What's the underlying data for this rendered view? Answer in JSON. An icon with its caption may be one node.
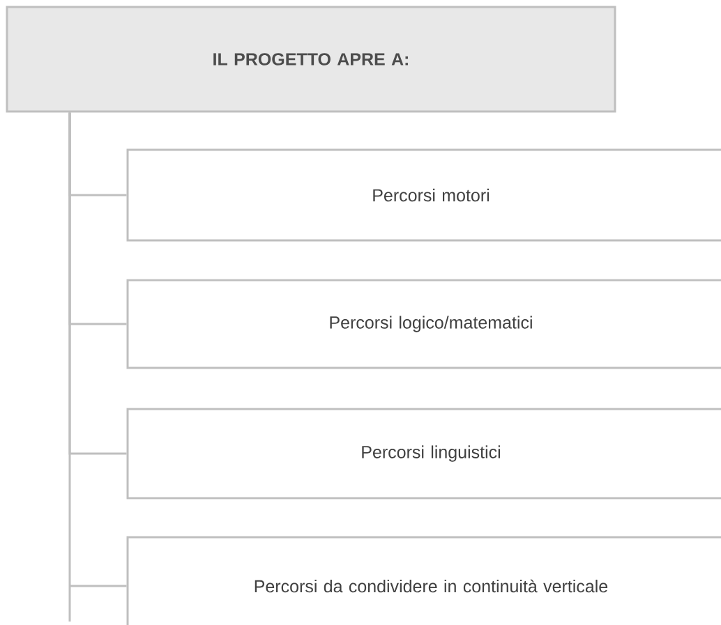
{
  "diagram": {
    "nodes": [
      {
        "text": [
          "IL PROGETTO APRE A:"
        ]
      },
      {
        "text": [
          "Percorsi motori"
        ]
      },
      {
        "text": [
          "Percorsi logico/matematici"
        ]
      },
      {
        "text": [
          "Percorsi linguistici"
        ]
      },
      {
        "text": [
          "Percorsi da condividere in continuità verticale"
        ]
      }
    ],
    "edges": [
      {
        "from": 0,
        "to": 1,
        "arrow": "none"
      },
      {
        "from": 0,
        "to": 2,
        "arrow": "none"
      },
      {
        "from": 0,
        "to": 3,
        "arrow": "none"
      },
      {
        "from": 0,
        "to": 4,
        "arrow": "none"
      }
    ]
  }
}
